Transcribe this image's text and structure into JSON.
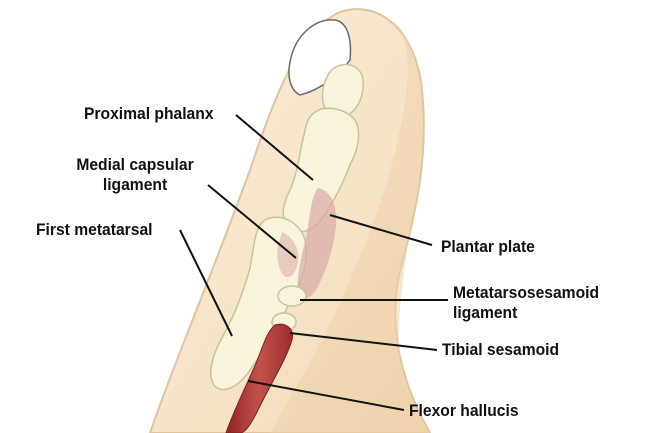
{
  "labels": {
    "proximal_phalanx": "Proximal phalanx",
    "medial_capsular_line1": "Medial capsular",
    "medial_capsular_line2": "ligament",
    "first_metatarsal": "First metatarsal",
    "plantar_plate": "Plantar plate",
    "metatarsosesamoid_line1": "Metatarsosesamoid",
    "metatarsosesamoid_line2": "ligament",
    "tibial_sesamoid": "Tibial sesamoid",
    "flexor_hallucis": "Flexor hallucis"
  },
  "colors": {
    "skin": "#f6e3c8",
    "skin_shade": "#e9c9a4",
    "bone": "#f8f5dc",
    "bone_outline": "#c9c29a",
    "ligament": "#d9a9a6",
    "tendon": "#b8413f",
    "nail": "#ffffff",
    "leader": "#111111"
  }
}
